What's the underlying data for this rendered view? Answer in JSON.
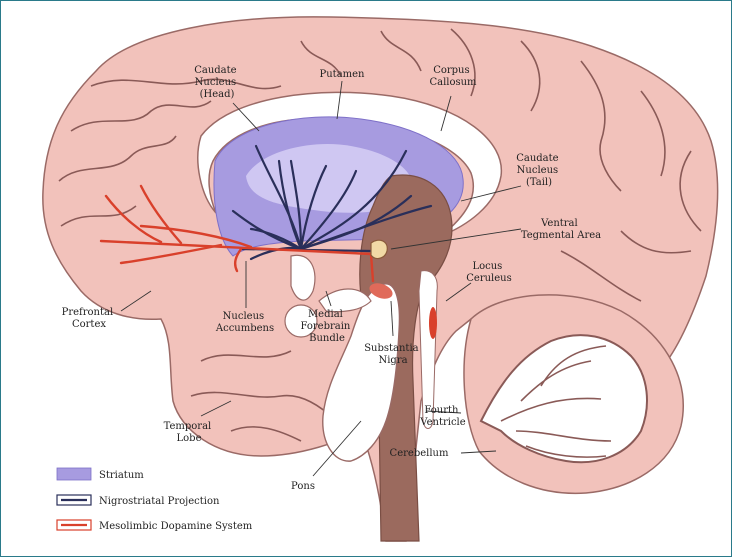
{
  "labels": {
    "caudate_head_l1": "Caudate",
    "caudate_head_l2": "Nucleus",
    "caudate_head_l3": "(Head)",
    "putamen": "Putamen",
    "corpus_l1": "Corpus",
    "corpus_l2": "Callosum",
    "caudate_tail_l1": "Caudate",
    "caudate_tail_l2": "Nucleus",
    "caudate_tail_l3": "(Tail)",
    "vta_l1": "Ventral",
    "vta_l2": "Tegmental Area",
    "locus_l1": "Locus",
    "locus_l2": "Ceruleus",
    "prefrontal_l1": "Prefrontal",
    "prefrontal_l2": "Cortex",
    "accumbens_l1": "Nucleus",
    "accumbens_l2": "Accumbens",
    "mfb_l1": "Medial",
    "mfb_l2": "Forebrain",
    "mfb_l3": "Bundle",
    "substantia_l1": "Substantia",
    "substantia_l2": "Nigra",
    "temporal_l1": "Temporal",
    "temporal_l2": "Lobe",
    "fourth_l1": "Fourth",
    "fourth_l2": "Ventricle",
    "cerebellum": "Cerebellum",
    "pons": "Pons"
  },
  "legend": [
    {
      "label": "Striatum",
      "color": "#a79be0"
    },
    {
      "label": "Nigrostriatal Projection",
      "color": "#2a2f5a"
    },
    {
      "label": "Mesolimbic Dopamine System",
      "color": "#d9402b"
    }
  ],
  "colors": {
    "brain": "#f2c2bb",
    "sulcus": "#8a5a57",
    "striatum": "#a79be0",
    "nigrostriatal": "#2a2f5a",
    "mesolimbic": "#d9402b",
    "brainstem": "#9b6a5e",
    "ventricle": "#ffffff"
  }
}
